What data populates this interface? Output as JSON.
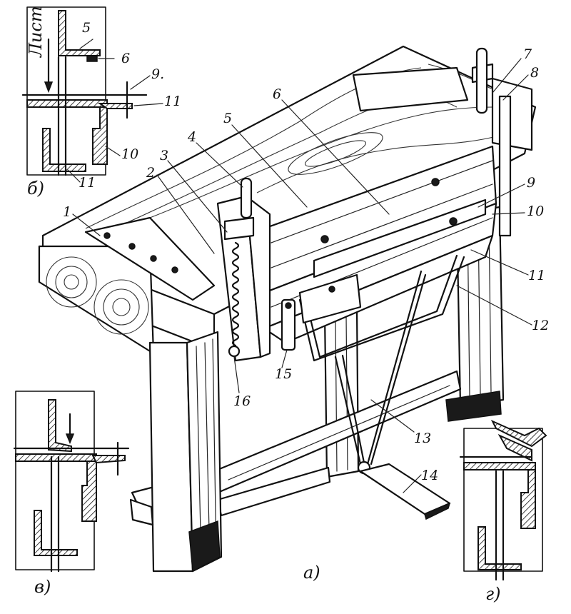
{
  "callouts": {
    "n1": "1",
    "n2": "2",
    "n3": "3",
    "n4": "4",
    "n5": "5",
    "n6": "6",
    "n7": "7",
    "n8": "8",
    "n9": "9",
    "n10": "10",
    "n11": "11",
    "n12": "12",
    "n13": "13",
    "n14": "14",
    "n15": "15",
    "n16": "16"
  },
  "detail_b": {
    "sheet_label": "Лист",
    "n5": "5",
    "n6": "6",
    "n9": "9.",
    "n11a": "11",
    "n10": "10",
    "n11b": "11"
  },
  "subfigure_labels": {
    "a": "а)",
    "b": "б)",
    "v": "в)",
    "g": "г)"
  }
}
